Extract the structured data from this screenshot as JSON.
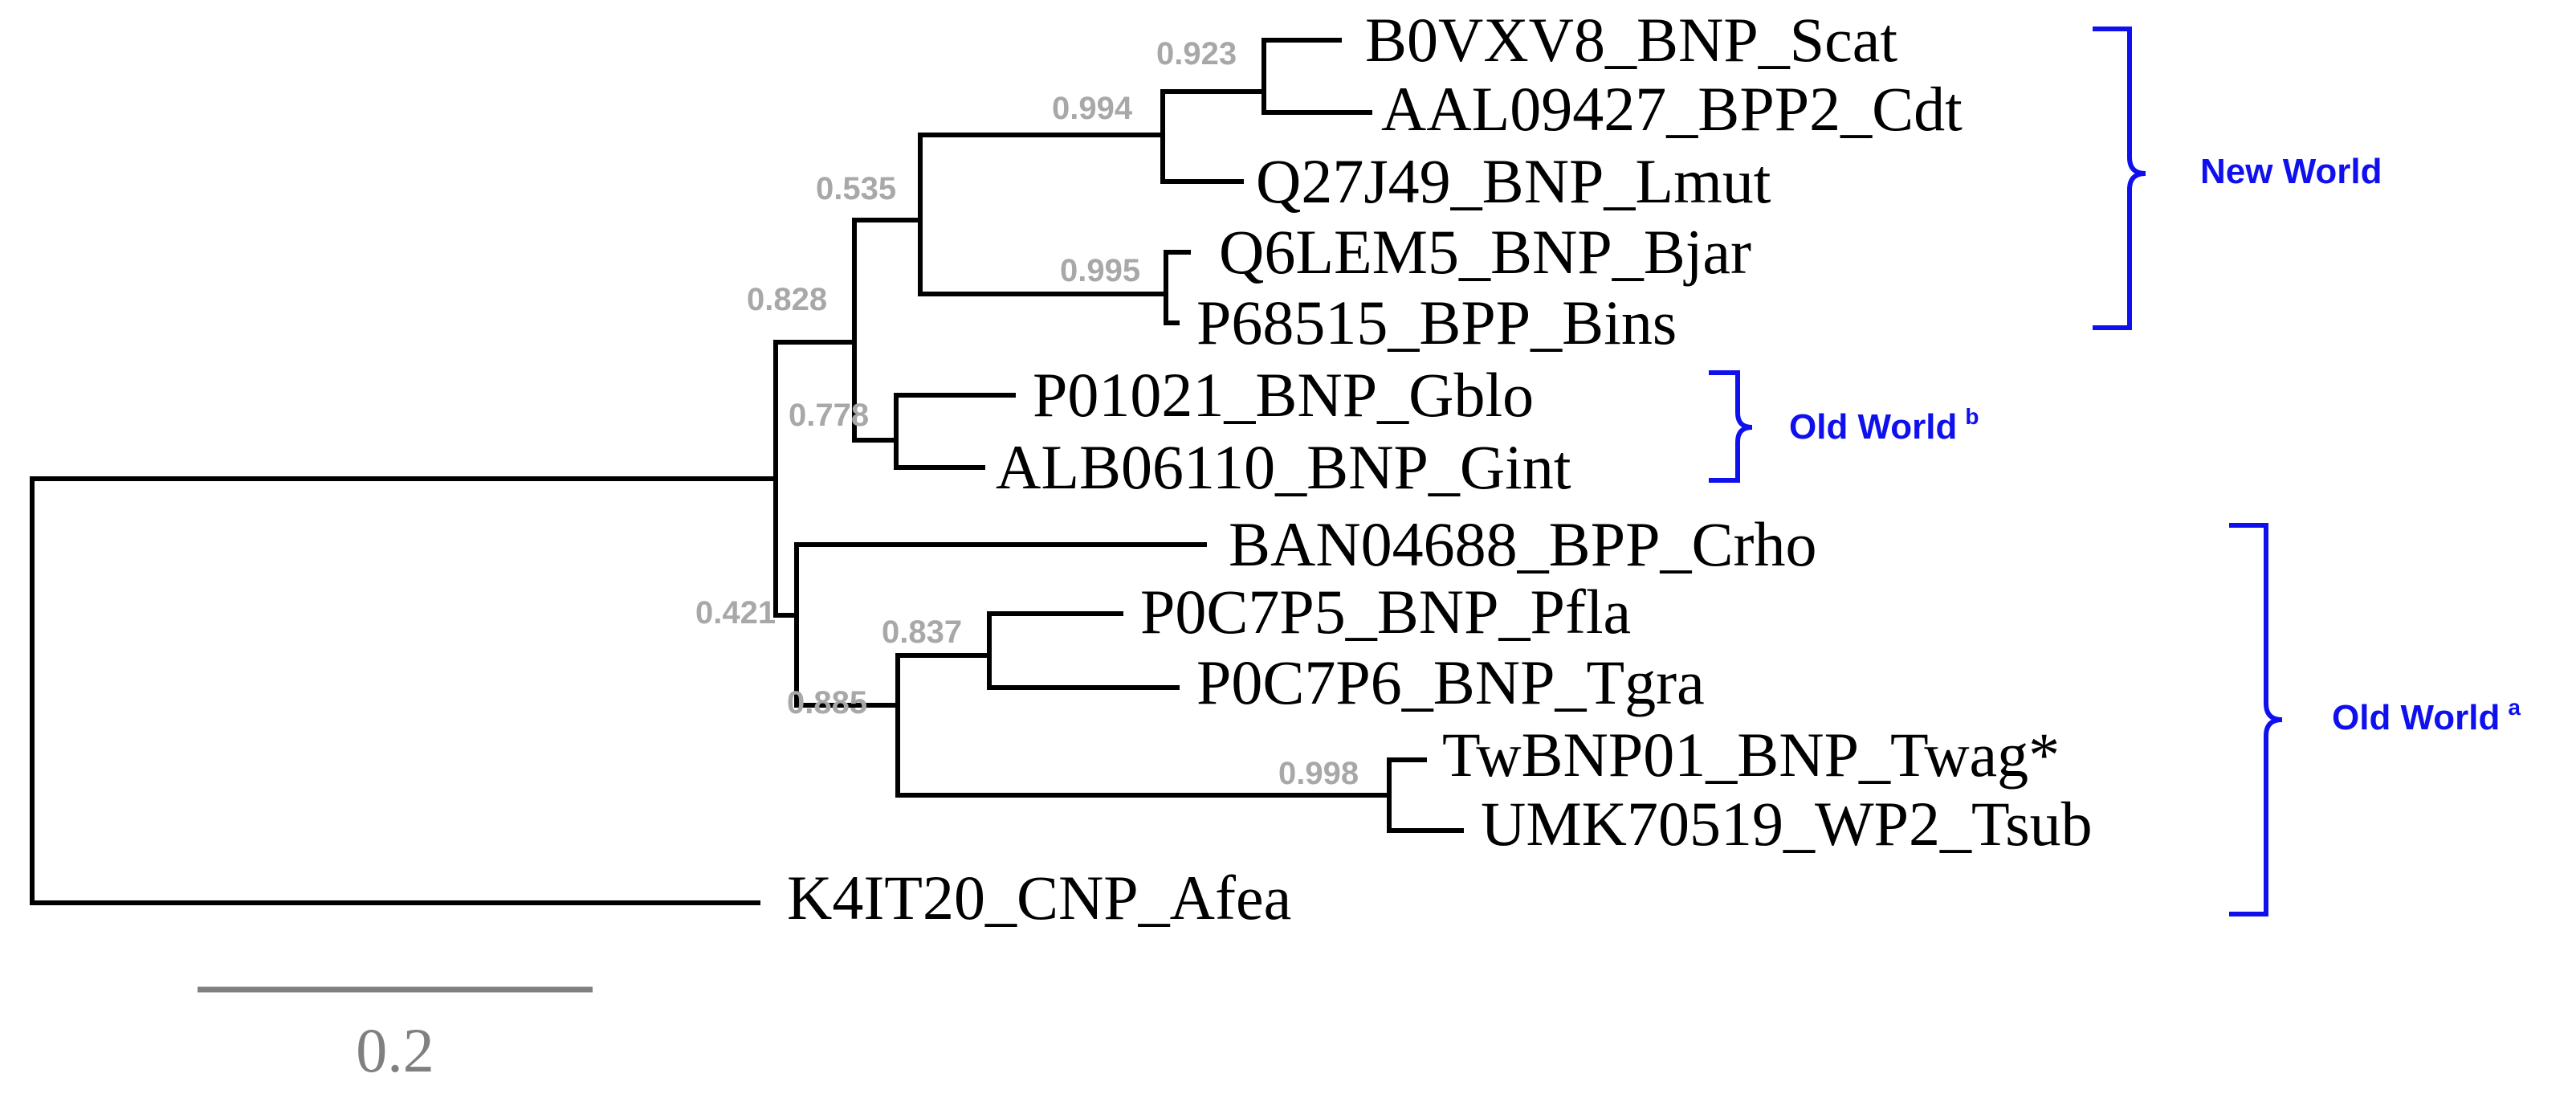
{
  "tree": {
    "leaves": [
      "B0VXV8_BNP_Scat",
      "AAL09427_BPP2_Cdt",
      "Q27J49_BNP_Lmut",
      "Q6LEM5_BNP_Bjar",
      "P68515_BPP_Bins",
      "P01021_BNP_Gblo",
      "ALB06110_BNP_Gint",
      "BAN04688_BPP_Crho",
      "P0C7P5_BNP_Pfla",
      "P0C7P6_BNP_Tgra",
      "TwBNP01_BNP_Twag*",
      "UMK70519_WP2_Tsub",
      "K4IT20_CNP_Afea"
    ],
    "support_values": {
      "n0923": "0.923",
      "n0994": "0.994",
      "n0535": "0.535",
      "n0995": "0.995",
      "n0828": "0.828",
      "n0778": "0.778",
      "n0421": "0.421",
      "n0837": "0.837",
      "n0885": "0.885",
      "n0998": "0.998"
    },
    "groups": {
      "new_world": {
        "label": "New World",
        "sup": ""
      },
      "old_world_b": {
        "label": "Old World",
        "sup": "b"
      },
      "old_world_a": {
        "label": "Old World",
        "sup": "a"
      }
    },
    "scale": {
      "value": "0.2"
    },
    "colors": {
      "branch": "#000000",
      "support": "#a8a8a8",
      "bracket": "#1010ee",
      "scale": "#808080"
    }
  }
}
